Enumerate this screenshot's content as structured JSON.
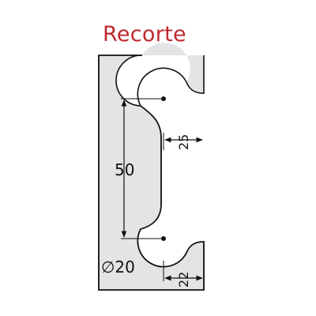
{
  "title": "Recorte",
  "colors": {
    "title": "#c0282f",
    "panel": "#e2e4e6",
    "line": "#111111"
  },
  "dimensions": {
    "hole_spacing": "50",
    "slot_depth_top": "25",
    "slot_depth_bottom": "22",
    "hole_diameter": "∅20"
  }
}
